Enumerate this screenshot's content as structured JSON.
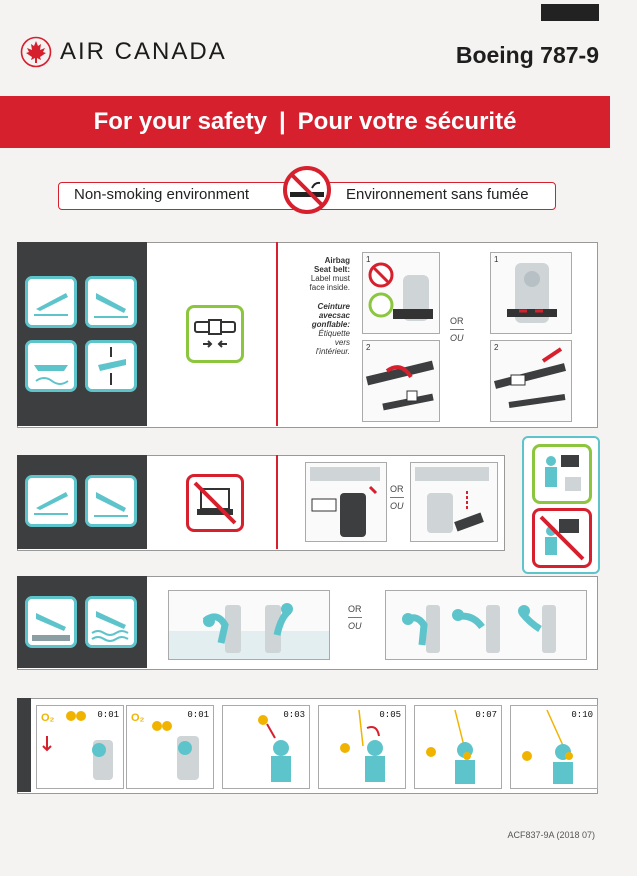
{
  "header": {
    "brand": "AIR CANADA",
    "model": "Boeing 787-9"
  },
  "banner": {
    "en": "For your safety",
    "divider": "|",
    "fr": "Pour votre sécurité"
  },
  "no_smoking": {
    "en": "Non-smoking environment",
    "fr": "Environnement sans fumée"
  },
  "seatbelt": {
    "airbag_en": [
      "Airbag",
      "Seat belt:",
      "Label must",
      "face inside."
    ],
    "airbag_fr": [
      "Ceinture",
      "avecsac",
      "gonflable:",
      "Étiquette",
      "vers",
      "l'intérieur."
    ],
    "or_en": "OR",
    "or_fr": "OU",
    "step_numbers": [
      "1",
      "2",
      "1",
      "2"
    ]
  },
  "stow": {
    "or_en": "OR",
    "or_fr": "OU"
  },
  "brace": {
    "or_en": "OR",
    "or_fr": "OU"
  },
  "oxygen": {
    "o2_label": "O₂",
    "times": [
      "0:01",
      "0:01",
      "0:03",
      "0:05",
      "0:07",
      "0:10"
    ]
  },
  "footer": {
    "code": "ACF837-9A (2018 07)"
  },
  "colors": {
    "accent_red": "#d6202e",
    "teal": "#5ec4cb",
    "green": "#8cc63f",
    "dark_panel": "#3c3e3f"
  }
}
